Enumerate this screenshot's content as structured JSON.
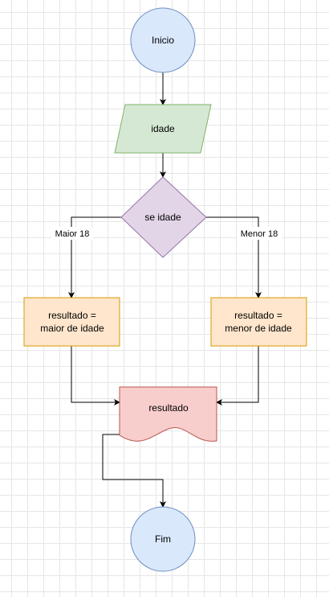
{
  "diagram": {
    "type": "flowchart",
    "nodes": {
      "start": {
        "label": "Inicio",
        "shape": "ellipse",
        "fill": "#dae8fc",
        "stroke": "#6c8ebf"
      },
      "input": {
        "label": "idade",
        "shape": "parallelogram",
        "fill": "#d5e8d4",
        "stroke": "#82b366"
      },
      "decision": {
        "label": "se idade",
        "shape": "diamond",
        "fill": "#e1d5e7",
        "stroke": "#9673a6"
      },
      "left_process": {
        "line1": "resultado =",
        "line2": "maior de idade",
        "shape": "rectangle",
        "fill": "#ffe6cc",
        "stroke": "#d79b00"
      },
      "right_process": {
        "line1": "resultado =",
        "line2": "menor de idade",
        "shape": "rectangle",
        "fill": "#ffe6cc",
        "stroke": "#d79b00"
      },
      "output": {
        "label": "resultado",
        "shape": "document",
        "fill": "#f8cecc",
        "stroke": "#b85450"
      },
      "end": {
        "label": "Fim",
        "shape": "ellipse",
        "fill": "#dae8fc",
        "stroke": "#6c8ebf"
      }
    },
    "edge_labels": {
      "left": "Maior 18",
      "right": "Menor 18"
    },
    "edges": [
      {
        "from": "start",
        "to": "input"
      },
      {
        "from": "input",
        "to": "decision"
      },
      {
        "from": "decision",
        "to": "left_process",
        "label": "Maior 18"
      },
      {
        "from": "decision",
        "to": "right_process",
        "label": "Menor 18"
      },
      {
        "from": "left_process",
        "to": "output"
      },
      {
        "from": "right_process",
        "to": "output"
      },
      {
        "from": "output",
        "to": "end"
      }
    ]
  }
}
